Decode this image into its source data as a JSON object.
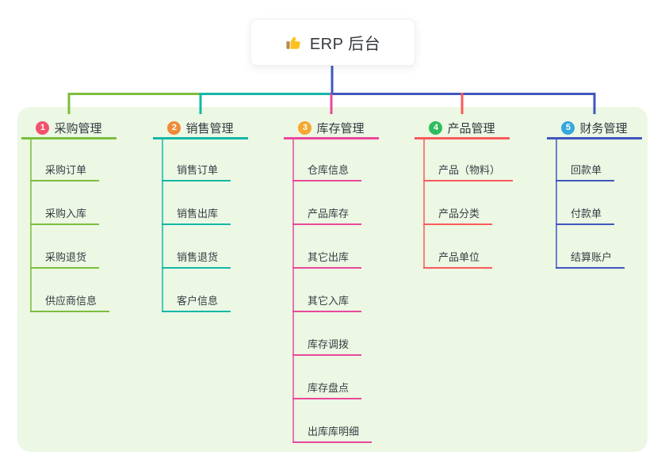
{
  "root": {
    "label": "ERP 后台",
    "icon": "thumbs-up-icon"
  },
  "colors": {
    "background": "#ffffff",
    "panel_background": "#ecf7e4",
    "root_text": "#33383f",
    "node_text": "#383d44",
    "root_stem": "#4057bd"
  },
  "branches": [
    {
      "num": "1",
      "label": "采购管理",
      "badge_color": "#f4516c",
      "line_color": "#7cbe3c",
      "children": [
        "采购订单",
        "采购入库",
        "采购退货",
        "供应商信息"
      ]
    },
    {
      "num": "2",
      "label": "销售管理",
      "badge_color": "#ef8a36",
      "line_color": "#14b8a5",
      "children": [
        "销售订单",
        "销售出库",
        "销售退货",
        "客户信息"
      ]
    },
    {
      "num": "3",
      "label": "库存管理",
      "badge_color": "#f7a72e",
      "line_color": "#e9489b",
      "children": [
        "仓库信息",
        "产品库存",
        "其它出库",
        "其它入库",
        "库存调拨",
        "库存盘点",
        "出库库明细"
      ]
    },
    {
      "num": "4",
      "label": "产品管理",
      "badge_color": "#2ebe5d",
      "line_color": "#f95a5a",
      "children": [
        "产品（物料）",
        "产品分类",
        "产品单位"
      ]
    },
    {
      "num": "5",
      "label": "财务管理",
      "badge_color": "#35a8db",
      "line_color": "#4057bd",
      "children": [
        "回款单",
        "付款单",
        "结算账户"
      ]
    }
  ]
}
